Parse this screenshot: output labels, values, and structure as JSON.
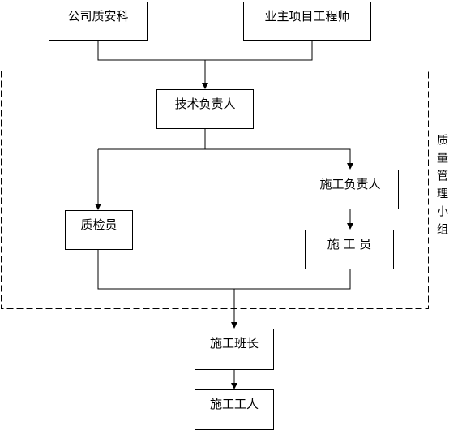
{
  "nodes": {
    "company_qa": "公司质安科",
    "owner_engineer": "业主项目工程师",
    "tech_lead": "技术负责人",
    "construction_lead": "施工负责人",
    "inspector": "质检员",
    "constructor": "施 工 员",
    "team_leader": "施工班长",
    "workers": "施工工人"
  },
  "group": {
    "label": "质量管理小组"
  }
}
